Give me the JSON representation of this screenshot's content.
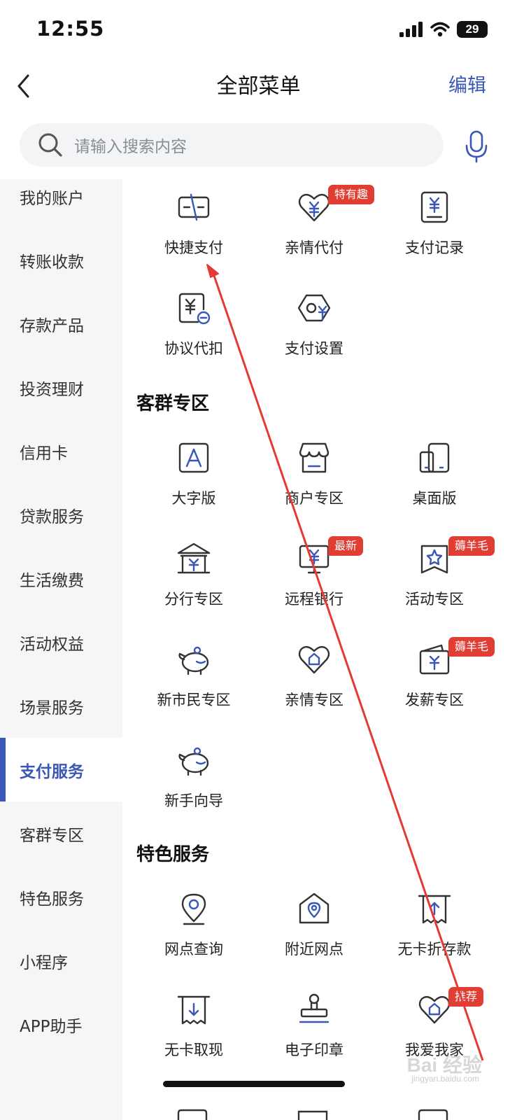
{
  "status_bar": {
    "time": "12:55",
    "battery": "29"
  },
  "header": {
    "title": "全部菜单",
    "edit_label": "编辑"
  },
  "search": {
    "placeholder": "请输入搜索内容"
  },
  "sidebar": {
    "items": [
      {
        "label": "我的账户"
      },
      {
        "label": "转账收款"
      },
      {
        "label": "存款产品"
      },
      {
        "label": "投资理财"
      },
      {
        "label": "信用卡"
      },
      {
        "label": "贷款服务"
      },
      {
        "label": "生活缴费"
      },
      {
        "label": "活动权益"
      },
      {
        "label": "场景服务"
      },
      {
        "label": "支付服务",
        "active": true
      },
      {
        "label": "客群专区"
      },
      {
        "label": "特色服务"
      },
      {
        "label": "小程序"
      },
      {
        "label": "APP助手"
      }
    ]
  },
  "sections": {
    "payment": {
      "items": [
        {
          "label": "快捷支付",
          "icon": "card-slash-icon"
        },
        {
          "label": "亲情代付",
          "icon": "heart-yuan-icon",
          "badge": "特有趣"
        },
        {
          "label": "支付记录",
          "icon": "receipt-yuan-icon"
        },
        {
          "label": "协议代扣",
          "icon": "doc-yuan-minus-icon"
        },
        {
          "label": "支付设置",
          "icon": "hex-settings-yuan-icon"
        }
      ]
    },
    "customer": {
      "title": "客群专区",
      "items": [
        {
          "label": "大字版",
          "icon": "font-a-icon"
        },
        {
          "label": "商户专区",
          "icon": "storefront-icon"
        },
        {
          "label": "桌面版",
          "icon": "tablet-phone-icon"
        },
        {
          "label": "分行专区",
          "icon": "bank-building-icon"
        },
        {
          "label": "远程银行",
          "icon": "monitor-yuan-icon",
          "badge": "最新"
        },
        {
          "label": "活动专区",
          "icon": "star-badge-icon",
          "badge": "薅羊毛"
        },
        {
          "label": "新市民专区",
          "icon": "piggy-bank-icon"
        },
        {
          "label": "亲情专区",
          "icon": "heart-home-icon"
        },
        {
          "label": "发薪专区",
          "icon": "wallet-yuan-icon",
          "badge": "薅羊毛"
        },
        {
          "label": "新手向导",
          "icon": "piggy-guide-icon"
        }
      ]
    },
    "feature": {
      "title": "特色服务",
      "items": [
        {
          "label": "网点查询",
          "icon": "location-pin-icon"
        },
        {
          "label": "附近网点",
          "icon": "home-location-icon"
        },
        {
          "label": "无卡折存款",
          "icon": "deposit-slot-icon"
        },
        {
          "label": "无卡取现",
          "icon": "withdraw-slot-icon"
        },
        {
          "label": "电子印章",
          "icon": "stamp-icon"
        },
        {
          "label": "我爱我家",
          "icon": "heart-house-icon",
          "badge": "推荐"
        }
      ]
    }
  },
  "watermark": {
    "text": "Bai 经验",
    "sub": "jingyan.baidu.com"
  },
  "colors": {
    "accent": "#3a57b5",
    "badge": "#e03d33",
    "sidebar_bg": "#f5f6f8",
    "annotation": "#e53935"
  }
}
